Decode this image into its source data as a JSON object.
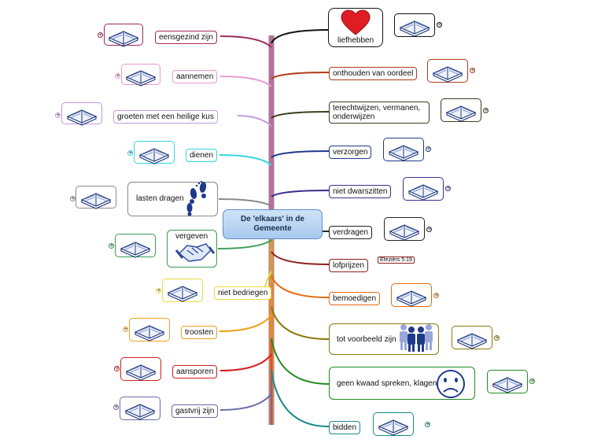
{
  "central_topic": "De 'elkaars' in de Gemeente",
  "left_branches": [
    {
      "label": "eensgezind zijn",
      "color": "#9e2a5e"
    },
    {
      "label": "aannemen",
      "color": "#e79ad4"
    },
    {
      "label": "groeten met een heilige kus",
      "color": "#c39be0"
    },
    {
      "label": "dienen",
      "color": "#33d6e0"
    },
    {
      "label": "lasten dragen",
      "color": "#8a8a8a"
    },
    {
      "label": "vergeven",
      "color": "#3a9a55"
    },
    {
      "label": "niet bedriegen",
      "color": "#e8dc3c"
    },
    {
      "label": "troosten",
      "color": "#f0a020"
    },
    {
      "label": "aansporen",
      "color": "#d31f1f"
    },
    {
      "label": "gastvrij zijn",
      "color": "#6a6aa8"
    }
  ],
  "right_branches": [
    {
      "label": "liefhebben",
      "color": "#111111"
    },
    {
      "label": "onthouden van oordeel",
      "color": "#b03a18"
    },
    {
      "label": "terechtwijzen, vermanen, onderwijzen",
      "color": "#3c3c1e"
    },
    {
      "label": "verzorgen",
      "color": "#1f3a8a"
    },
    {
      "label": "niet dwarszitten",
      "color": "#3a2e8e"
    },
    {
      "label": "verdragen",
      "color": "#222222"
    },
    {
      "label": "lofprijzen",
      "color": "#8c1f1f"
    },
    {
      "label": "bemoedigen",
      "color": "#e86a10"
    },
    {
      "label": "tot voorbeeld zijn",
      "color": "#8a7a10"
    },
    {
      "label": "geen kwaad spreken, klagen",
      "color": "#228a22"
    },
    {
      "label": "bidden",
      "color": "#1a8a8a"
    }
  ],
  "reference_tag": "Efeziërs 5:19",
  "icons": [
    "book-icon",
    "heart-icon",
    "footprints-icon",
    "handshake-icon",
    "people-icon",
    "sad-face-icon"
  ]
}
